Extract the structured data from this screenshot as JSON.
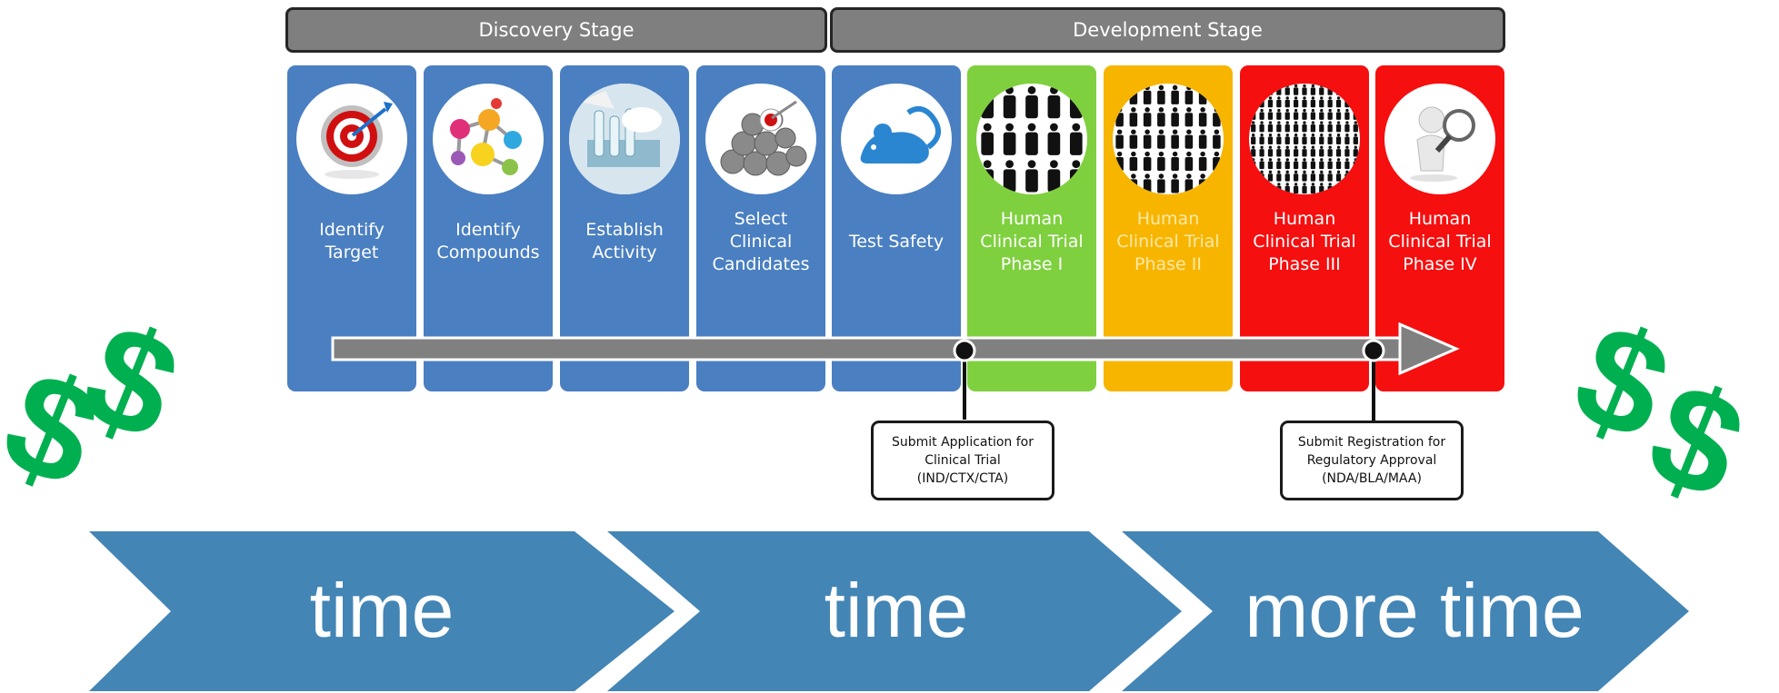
{
  "stages": [
    {
      "label": "Discovery Stage"
    },
    {
      "label": "Development Stage"
    }
  ],
  "steps": [
    {
      "label": "Identify\nTarget",
      "color": "#4a7fc1",
      "text_color": "#ffffff",
      "icon": "target-icon"
    },
    {
      "label": "Identify\nCompounds",
      "color": "#4a7fc1",
      "text_color": "#ffffff",
      "icon": "molecule-icon"
    },
    {
      "label": "Establish\nActivity",
      "color": "#4a7fc1",
      "text_color": "#ffffff",
      "icon": "lab-icon"
    },
    {
      "label": "Select\nClinical\nCandidates",
      "color": "#4a7fc1",
      "text_color": "#ffffff",
      "icon": "candidates-icon"
    },
    {
      "label": "Test Safety",
      "color": "#4a7fc1",
      "text_color": "#ffffff",
      "icon": "mouse-icon"
    },
    {
      "label": "Human\nClinical Trial\nPhase I",
      "color": "#7fd03f",
      "text_color": "#ffffff",
      "icon": "people-small-icon"
    },
    {
      "label": "Human\nClinical Trial\nPhase II",
      "color": "#f7b500",
      "text_color": "#ffe9a6",
      "icon": "people-medium-icon"
    },
    {
      "label": "Human\nClinical Trial\nPhase III",
      "color": "#f50f0f",
      "text_color": "#ffffff",
      "icon": "people-large-icon"
    },
    {
      "label": "Human\nClinical Trial\nPhase IV",
      "color": "#f50f0f",
      "text_color": "#ffffff",
      "icon": "magnifier-person-icon"
    }
  ],
  "milestones": [
    {
      "label": "Submit Application for\nClinical Trial\n(IND/CTX/CTA)"
    },
    {
      "label": "Submit Registration for\nRegulatory Approval\n(NDA/BLA/MAA)"
    }
  ],
  "chevrons": [
    {
      "label": "time"
    },
    {
      "label": "time"
    },
    {
      "label": "more time"
    }
  ],
  "colors": {
    "stage_bar": "#7f7f7f",
    "chevron": "#4385b5",
    "dollar": "#00b050",
    "timeline_arrow": "#808080"
  },
  "dollar_symbols": [
    "$",
    "$",
    "$",
    "$"
  ]
}
